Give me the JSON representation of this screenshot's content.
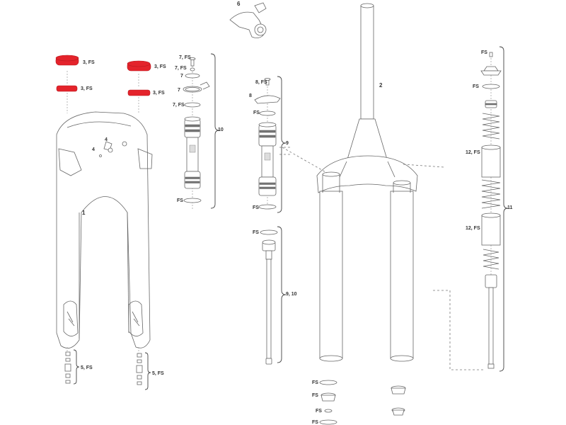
{
  "labels": {
    "p1": "1",
    "p2": "2",
    "p3_lt": "3, FS",
    "p3_lb": "3, FS",
    "p3_rt": "3, FS",
    "p3_rb": "3, FS",
    "p4a": "4",
    "p4b": "4",
    "p5_left": "5, FS",
    "p5_right": "5, FS",
    "p6": "6",
    "p7_1": "7, FS",
    "p7_2": "7, FS",
    "p7_3": "7",
    "p7_4": "7",
    "p7_5": "7, FS",
    "p8_1": "8, FS",
    "p8_2": "8",
    "p9": "9",
    "p9_10": "9, 10",
    "p10": "10",
    "p11": "11",
    "p12a": "12, FS",
    "p12b": "12, FS",
    "fs_d10": "FS",
    "fs_d9_1": "FS",
    "fs_d9_2": "FS",
    "fs_rod": "FS",
    "fs_r1": "FS",
    "fs_r2": "FS",
    "fs_b1": "FS",
    "fs_b2": "FS",
    "fs_b3": "FS",
    "fs_b4": "FS"
  },
  "colors": {
    "outline": "#666666",
    "red_part": "#e4232b",
    "red_dark": "#b71a20",
    "dash": "#777777"
  }
}
